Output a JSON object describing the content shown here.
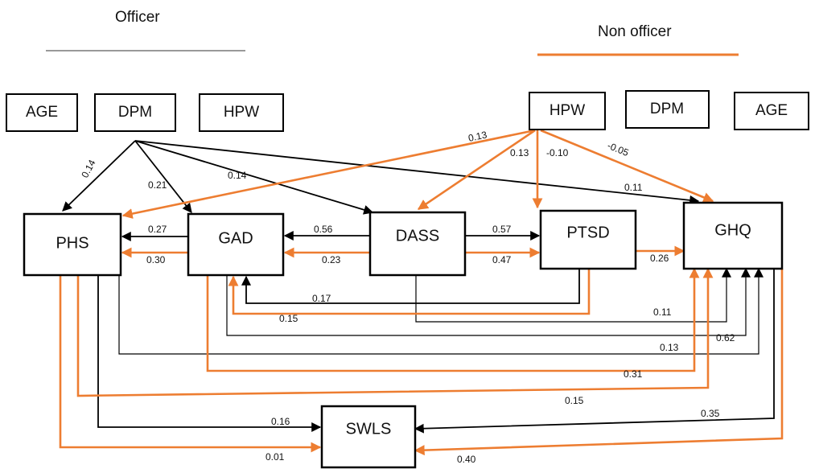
{
  "legend": {
    "officer_label": "Officer",
    "officer_color": "#222222",
    "non_officer_label": "Non officer",
    "non_officer_color": "#ed7d31"
  },
  "nodes": {
    "age_left": "AGE",
    "dpm_left": "DPM",
    "hpw_left": "HPW",
    "hpw_right": "HPW",
    "dpm_right": "DPM",
    "age_right": "AGE",
    "phs": "PHS",
    "gad": "GAD",
    "dass": "DASS",
    "ptsd": "PTSD",
    "ghq": "GHQ",
    "swls": "SWLS"
  },
  "paths": {
    "dpm_phs": "0.14",
    "dpm_gad": "0.21",
    "dpm_dass": "0.14",
    "dpm_ghq": "0.11",
    "hpw_phs": "0.13",
    "hpw_dass": "0.13",
    "hpw_ptsd": "-0.10",
    "hpw_ghq": "-0.05",
    "gad_phs_officer": "0.27",
    "gad_phs_nonofficer": "0.30",
    "dass_gad_officer": "0.56",
    "dass_gad_nonofficer": "0.23",
    "dass_ptsd_officer": "0.57",
    "dass_ptsd_nonofficer": "0.47",
    "ptsd_ghq_nonofficer": "0.26",
    "ptsd_gad_officer": "0.17",
    "ptsd_gad_nonofficer": "0.15",
    "dass_ghq_officer": "0.11",
    "gad_ghq_officer": "0.62",
    "phs_ghq_officer": "0.13",
    "gad_ghq_nonofficer": "0.31",
    "phs_ghq_nonofficer": "0.15",
    "phs_swls_officer": "0.16",
    "phs_swls_nonofficer": "0.01",
    "ghq_swls_officer": "0.35",
    "ghq_swls_nonofficer": "0.40"
  }
}
